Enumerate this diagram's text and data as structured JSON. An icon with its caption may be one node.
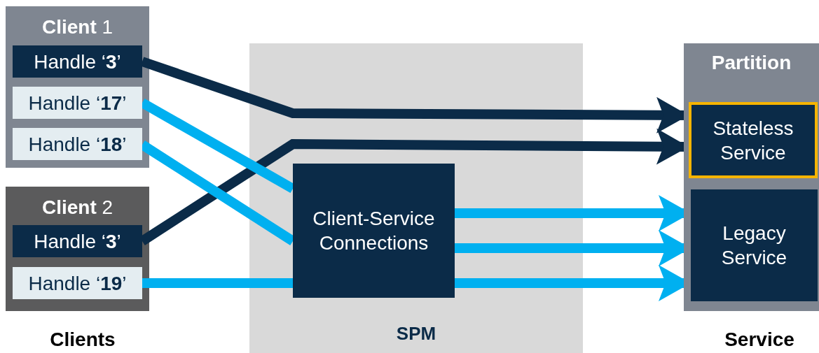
{
  "diagram": {
    "nodes": [
      {
        "text": [
          "**Client** 1"
        ]
      },
      {
        "text": [
          "Handle ‘**3**’"
        ],
        "in": 0
      },
      {
        "text": [
          "Handle ‘**17**’"
        ],
        "in": 0
      },
      {
        "text": [
          "Handle ‘**18**’"
        ],
        "in": 0
      },
      {
        "text": [
          "**Client** 2"
        ]
      },
      {
        "text": [
          "Handle ‘**3**’"
        ],
        "in": 4
      },
      {
        "text": [
          "Handle ‘**19**’"
        ],
        "in": 4
      },
      {
        "text": [
          "SPM"
        ]
      },
      {
        "text": [
          "Client-Service Connections"
        ],
        "in": 7
      },
      {
        "text": [
          "Partition"
        ]
      },
      {
        "text": [
          "Stateless Service"
        ],
        "in": 9
      },
      {
        "text": [
          "Legacy Service"
        ],
        "in": 9
      }
    ],
    "edges": [
      {
        "from": 1,
        "to": 10,
        "arrow": "to",
        "color": "#0b2b48"
      },
      {
        "from": 5,
        "to": 10,
        "arrow": "to",
        "color": "#0b2b48"
      },
      {
        "from": 2,
        "to": 8,
        "arrow": "none"
      },
      {
        "from": 3,
        "to": 8,
        "arrow": "none"
      },
      {
        "from": 6,
        "to": 8,
        "arrow": "none"
      },
      {
        "from": 8,
        "to": 11,
        "arrow": "to"
      },
      {
        "from": 8,
        "to": 11,
        "arrow": "to"
      },
      {
        "from": 8,
        "to": 11,
        "arrow": "to"
      }
    ],
    "labels": [
      "Clients",
      "Service"
    ]
  }
}
